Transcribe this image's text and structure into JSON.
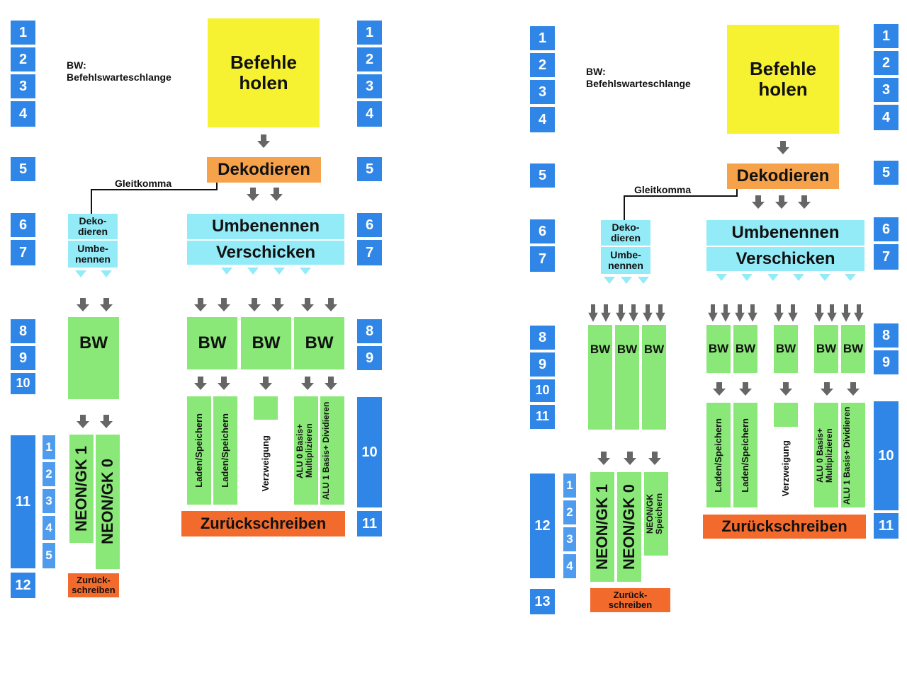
{
  "bw_legend_prefix": "BW:",
  "bw_legend_text": "Befehlswarteschlange",
  "fetch": "Befehle holen",
  "decode": "Dekodieren",
  "float_label": "Gleitkomma",
  "fp_decode": "Deko-dieren",
  "fp_rename": "Umbe-nennen",
  "rename": "Umbenennen",
  "dispatch": "Verschicken",
  "bw": "BW",
  "load_store": "Laden/Speichern",
  "branch": "Verzweigung",
  "alu0": "ALU 0 Basis+ Multiplizieren",
  "alu1": "ALU 1 Basis+ Dividieren",
  "neon1": "NEON/GK 1",
  "neon0": "NEON/GK 0",
  "neon_store": "NEON/GK Speichern",
  "writeback": "Zurückschreiben",
  "writeback_small": "Zurück-schreiben",
  "stages": {
    "s1": "1",
    "s2": "2",
    "s3": "3",
    "s4": "4",
    "s5": "5",
    "s6": "6",
    "s7": "7",
    "s8": "8",
    "s9": "9",
    "s10": "10",
    "s11": "11",
    "s12": "12",
    "s13": "13"
  },
  "colors": {
    "stage_blue": "#2f86e6",
    "fetch_yellow": "#f7f231",
    "decode_orange": "#f5a24b",
    "writeback_red": "#f26a2c",
    "rename_cyan": "#93ebf8",
    "queue_green": "#8ae878",
    "arrow_gray": "#666666"
  }
}
